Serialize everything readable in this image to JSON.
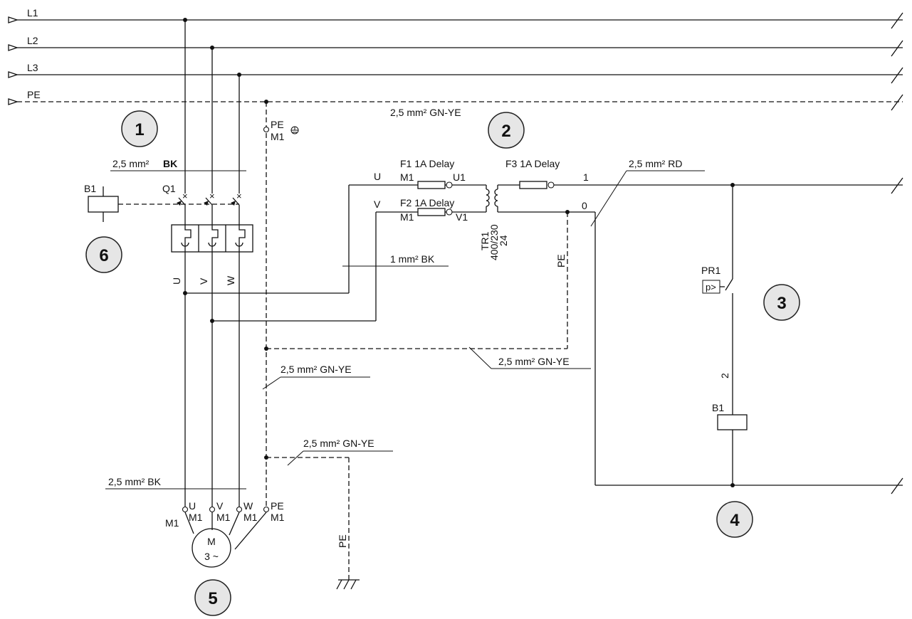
{
  "busbars": {
    "l1": "L1",
    "l2": "L2",
    "l3": "L3",
    "pe": "PE"
  },
  "callouts": [
    "1",
    "2",
    "3",
    "4",
    "5",
    "6"
  ],
  "wire_specs": {
    "pe_main": "2,5 mm² GN-YE",
    "q1_in": "2,5 mm²",
    "q1_in_color": "BK",
    "ctrl_rd": "2,5 mm² RD",
    "ctrl_1mm": "1 mm² BK",
    "pe_tr": "2,5 mm² GN-YE",
    "pe_vert": "2,5 mm² GN-YE",
    "pe_earth": "2,5 mm² GN-YE",
    "motor_feed": "2,5 mm² BK"
  },
  "components": {
    "b1_top": "B1",
    "q1": "Q1",
    "pe_term": "PE",
    "pe_term_m1": "M1",
    "u": "U",
    "v": "V",
    "w": "W",
    "f1": "F1 1A Delay",
    "f2": "F2 1A Delay",
    "f3": "F3 1A Delay",
    "m1": "M1",
    "u1": "U1",
    "v1": "V1",
    "tr1": "TR1",
    "tr1_ratio": "400/230",
    "tr1_sec": "24",
    "line1": "1",
    "line0": "0",
    "pe_vert_label": "PE",
    "pr1": "PR1",
    "pr1_symbol": "p>",
    "wire2": "2",
    "b1_coil": "B1",
    "motor": "M",
    "motor_phase": "3 ~",
    "motor_pe": "PE",
    "earth_pe": "PE"
  },
  "icons": {
    "ground": "protective-earth-icon",
    "motor": "three-phase-motor-icon",
    "fuse": "fuse-icon",
    "coil": "relay-coil-icon"
  }
}
